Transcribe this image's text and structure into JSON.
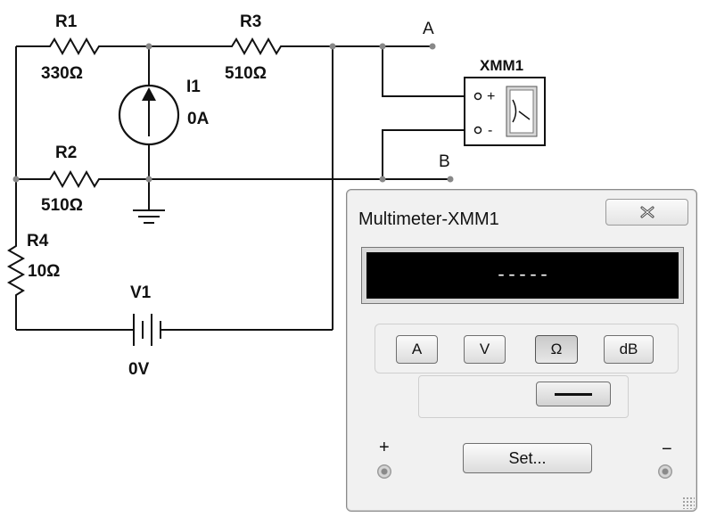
{
  "schematic": {
    "R1": {
      "name": "R1",
      "value": "330Ω"
    },
    "R2": {
      "name": "R2",
      "value": "510Ω"
    },
    "R3": {
      "name": "R3",
      "value": "510Ω"
    },
    "R4": {
      "name": "R4",
      "value": "10Ω"
    },
    "I1": {
      "name": "I1",
      "value": "0A"
    },
    "V1": {
      "name": "V1",
      "value": "0V"
    },
    "node_a": "A",
    "node_b": "B",
    "xmm1": {
      "name": "XMM1",
      "plus": "+",
      "minus": "-"
    }
  },
  "multimeter": {
    "title": "Multimeter-XMM1",
    "close_icon": "close-icon",
    "display": "-----",
    "modes": [
      "A",
      "V",
      "Ω",
      "dB"
    ],
    "active_mode": "Ω",
    "signal": "DC",
    "set_label": "Set...",
    "plus_label": "+",
    "minus_label": "−"
  }
}
